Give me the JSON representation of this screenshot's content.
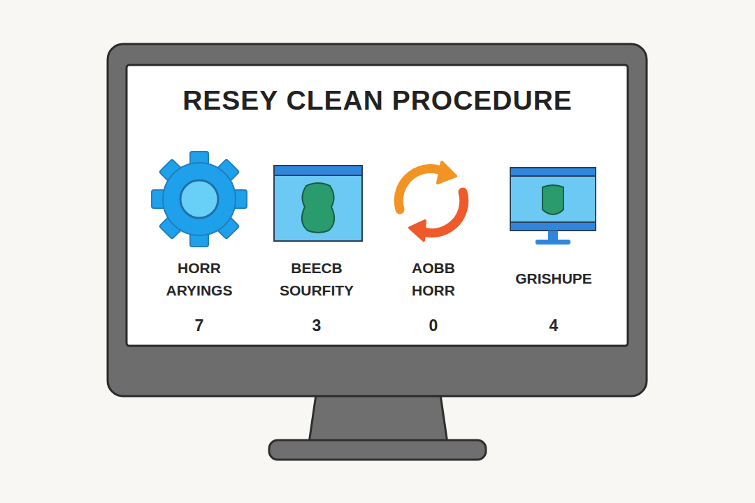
{
  "diagram": {
    "title": "RESEY CLEAN PROCEDURE",
    "labels": [
      "HORR ARYINGS",
      "7",
      "BEECB SOURFITY",
      "3",
      "AOBB HORR",
      "0",
      "GRISHUPE",
      "4"
    ]
  }
}
